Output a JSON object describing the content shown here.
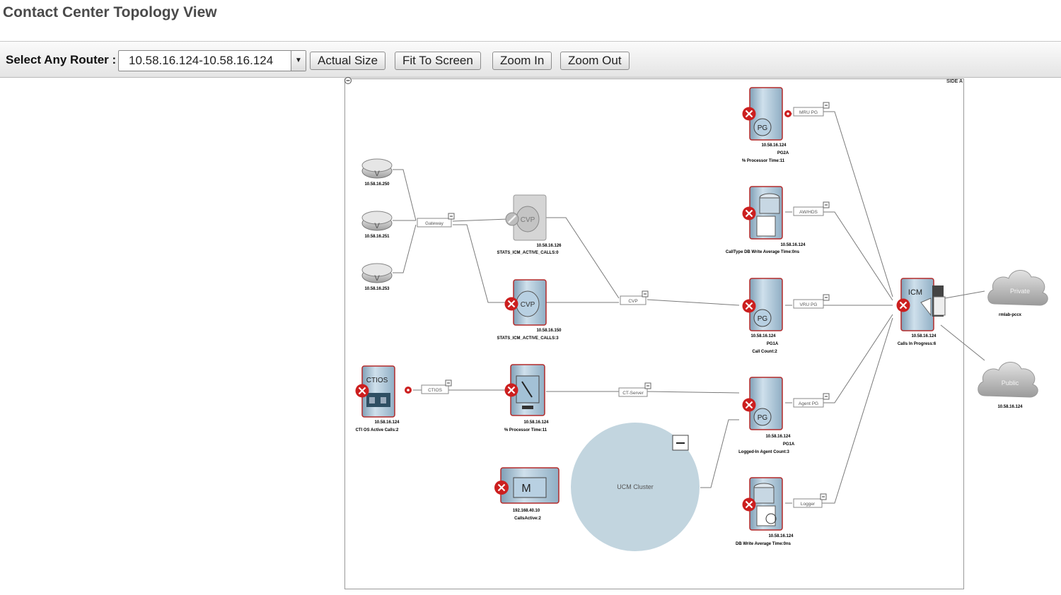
{
  "header": {
    "title": "Contact Center Topology View"
  },
  "toolbar": {
    "router_label": "Select Any Router :",
    "router_value": "10.58.16.124-10.58.16.124",
    "buttons": {
      "actual_size": "Actual Size",
      "fit_to_screen": "Fit To Screen",
      "zoom_in": "Zoom In",
      "zoom_out": "Zoom Out"
    }
  },
  "topology": {
    "side_label": "SIDE A",
    "routers": [
      {
        "ip": "10.58.16.250"
      },
      {
        "ip": "10.58.16.251"
      },
      {
        "ip": "10.58.16.253"
      }
    ],
    "groups": {
      "gateway": "Gateway",
      "cvp": "CVP",
      "ctios": "CTIOS",
      "ct_server": "CT-Server",
      "mru_pg": "MRU PG",
      "aw_hds": "AW/HDS",
      "vru_pg": "VRU PG",
      "agent_pg": "Agent PG",
      "logger": "Logger"
    },
    "nodes": {
      "cvp1": {
        "icon": "CVP",
        "ip": "10.58.16.126",
        "stat": "STATS_ICM_ACTIVE_CALLS:0"
      },
      "cvp2": {
        "icon": "CVP",
        "ip": "10.58.16.150",
        "stat": "STATS_ICM_ACTIVE_CALLS:3"
      },
      "ctios": {
        "icon": "CTIOS",
        "ip": "10.58.16.124",
        "stat": "CTI OS Active Calls:2"
      },
      "ctserver": {
        "ip": "10.58.16.124",
        "stat": "% Processor Time:11"
      },
      "ucm_server": {
        "ip": "192.168.40.10",
        "stat": "CallsActive:2"
      },
      "ucm_cluster": {
        "label": "UCM Cluster"
      },
      "pg2a": {
        "icon": "PG",
        "ip": "10.58.16.124",
        "name": "PG2A",
        "stat": "% Processor Time:11"
      },
      "awhds": {
        "ip": "10.58.16.124",
        "stat": "CallType DB Write Average Time:0ns"
      },
      "pg1a_vru": {
        "icon": "PG",
        "ip": "10.58.16.124",
        "name": "PG1A",
        "stat": "Call Count:2"
      },
      "pg1a_agent": {
        "icon": "PG",
        "ip": "10.58.16.124",
        "name": "PG1A",
        "stat": "Logged-In Agent Count:3"
      },
      "logger": {
        "ip": "10.58.16.124",
        "stat": "DB Write Average Time:0ns"
      },
      "icm": {
        "icon": "ICM",
        "ip": "10.58.16.124",
        "stat": "Calls In Progress:6"
      },
      "cloud_private": {
        "label": "Private",
        "caption": "rmlab-pccx"
      },
      "cloud_public": {
        "label": "Public",
        "caption": "10.58.16.124"
      }
    }
  },
  "colors": {
    "error_red": "#cc1f1f",
    "server_blue": "#a9c7dc",
    "cluster_fill": "#c2d5df"
  }
}
